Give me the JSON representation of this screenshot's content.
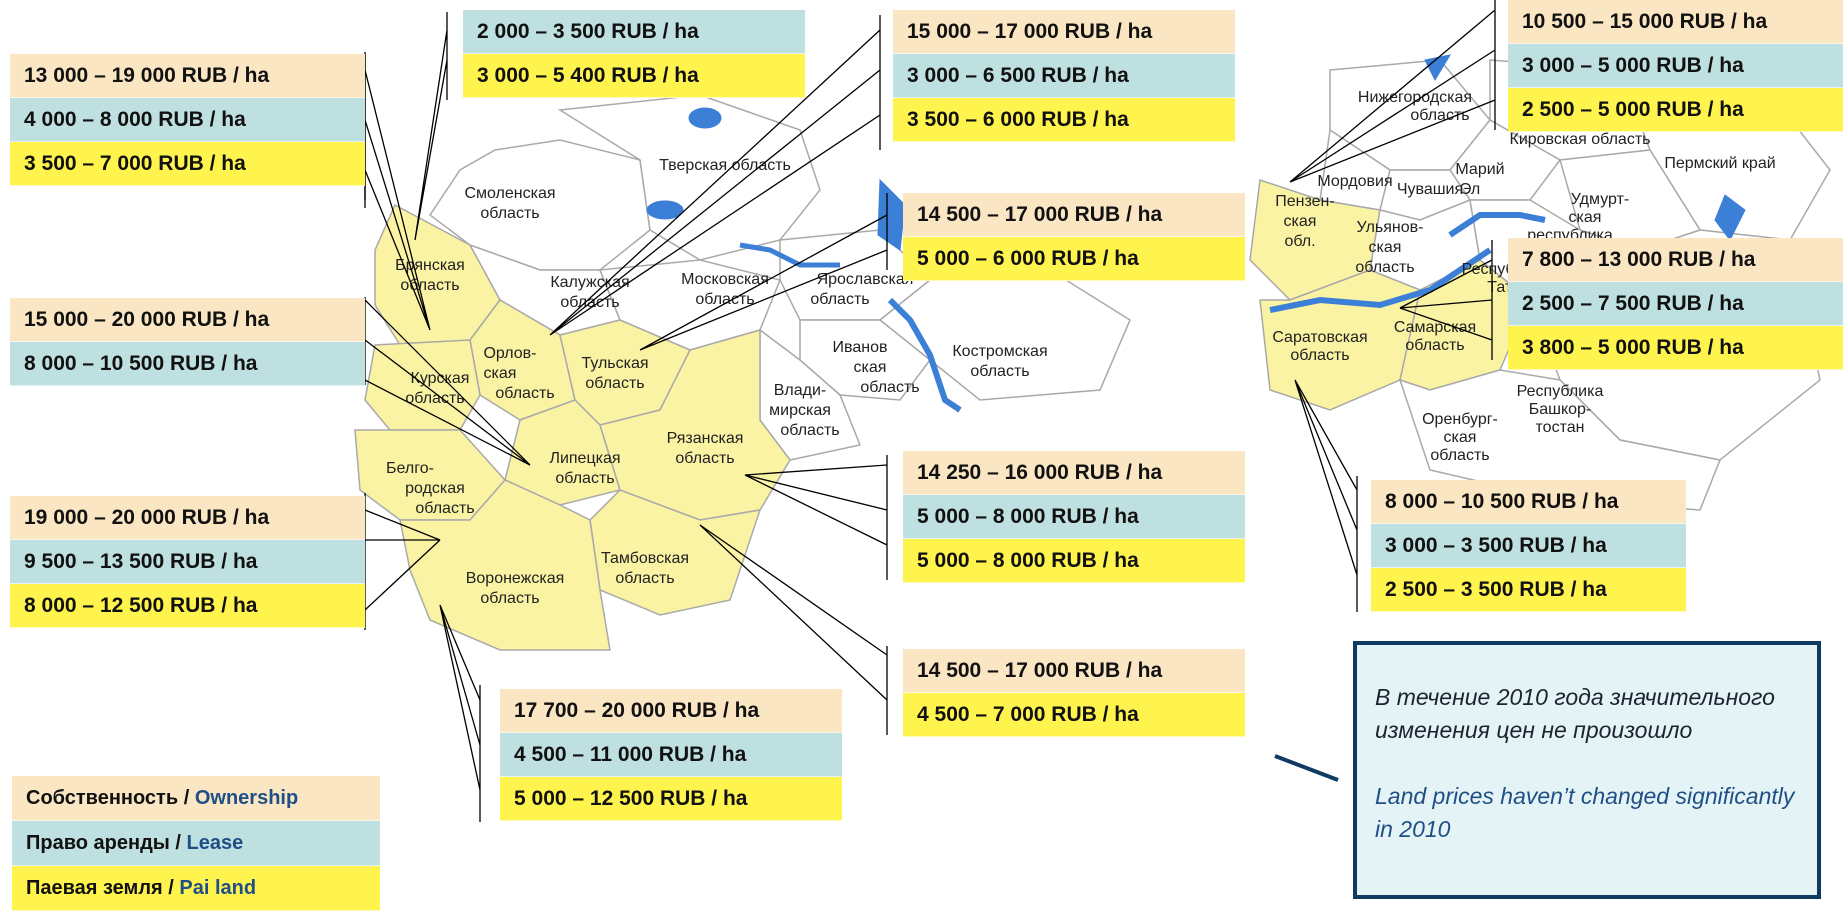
{
  "price_boxes": {
    "bryansk": {
      "ownership": "13 000 – 19 000 RUB / ha",
      "lease": "4 000 – 8 000 RUB / ha",
      "pai": "3 500 – 7 000 RUB / ha"
    },
    "kaluga": {
      "lease": "2 000 – 3 500 RUB / ha",
      "pai": "3 000 – 5 400 RUB / ha"
    },
    "tver": {
      "ownership": "15 000 – 17 000 RUB / ha",
      "lease": "3 000 – 6 500 RUB / ha",
      "pai": "3 500 – 6 000 RUB / ha"
    },
    "nizhny": {
      "ownership": "10 500 – 15 000 RUB / ha",
      "lease": "3 000 – 5 000 RUB / ha",
      "pai": "2 500 – 5 000 RUB / ha"
    },
    "kursk": {
      "ownership": "15 000 – 20 000 RUB / ha",
      "lease": "8 000 – 10 500 RUB / ha"
    },
    "tula": {
      "ownership": "14 500 – 17 000 RUB / ha",
      "pai": "5 000 – 6 000 RUB / ha"
    },
    "tatarstan": {
      "ownership": "7 800 – 13 000 RUB / ha",
      "lease": "2 500 – 7 500 RUB / ha",
      "pai": "3 800 – 5 000 RUB / ha"
    },
    "belgorod": {
      "ownership": "19 000 – 20 000 RUB / ha",
      "lease": "9 500 – 13 500 RUB / ha",
      "pai": "8 000 – 12 500 RUB / ha"
    },
    "ryazan": {
      "ownership": "14 250 – 16 000 RUB / ha",
      "lease": "5 000 – 8 000 RUB / ha",
      "pai": "5 000 – 8 000 RUB / ha"
    },
    "saratov": {
      "ownership": "8 000 – 10 500 RUB / ha",
      "lease": "3 000 – 3 500 RUB / ha",
      "pai": "2 500 – 3 500 RUB / ha"
    },
    "tambov": {
      "ownership": "14 500 – 17 000 RUB / ha",
      "pai": "4 500 – 7 000 RUB / ha"
    },
    "voronezh": {
      "ownership": "17 700 – 20 000 RUB / ha",
      "lease": "4 500 – 11 000 RUB / ha",
      "pai": "5 000 – 12 500 RUB / ha"
    }
  },
  "legend": {
    "ownership_ru": "Собственность /",
    "ownership_en": "Ownership",
    "lease_ru": "Право аренды /",
    "lease_en": "Lease",
    "pai_ru": "Паевая земля /",
    "pai_en": "Pai land"
  },
  "note": {
    "ru": "В течение 2010 года значительного изменения цен не произошло",
    "en": "Land prices haven’t changed significantly in 2010"
  },
  "regions": {
    "smolensk": "Смоленская область",
    "tver": "Тверская область",
    "bryansk": "Брянская область",
    "kaluga": "Калужская область",
    "moscow": "Московская область",
    "yaroslavl": "Ярославская область",
    "orel": "Орловская область",
    "tula": "Тульская область",
    "kursk": "Курская область",
    "ivanovo": "Ивановская область",
    "kostroma": "Костромская область",
    "vladimir": "Владимирская область",
    "belgorod": "Белгородская область",
    "lipetsk": "Липецкая область",
    "ryazan": "Рязанская область",
    "tambov": "Тамбовская область",
    "voronezh": "Воронежская область",
    "nizhny": "Нижегородская область",
    "kirov": "Кировская область",
    "mari": "Марий Эл",
    "perm": "Пермский край",
    "mordovia": "Мордовия",
    "chuvashia": "Чувашия",
    "udmurtia": "Удмуртская республика",
    "penza": "Пензенская обл.",
    "ulyanovsk": "Ульяновская область",
    "tatarstan": "Республика Татарстан",
    "saratov": "Саратовская область",
    "samara": "Самарская область",
    "orenburg": "Оренбургская область",
    "bashkortostan": "Республика Башкортостан"
  },
  "colors": {
    "ownership": "#fbe6c3",
    "lease": "#bfe0e0",
    "pai": "#fff34d",
    "highlight_region": "#fbf3a4",
    "water": "#3c7fd6",
    "note_border": "#0f3b62"
  }
}
